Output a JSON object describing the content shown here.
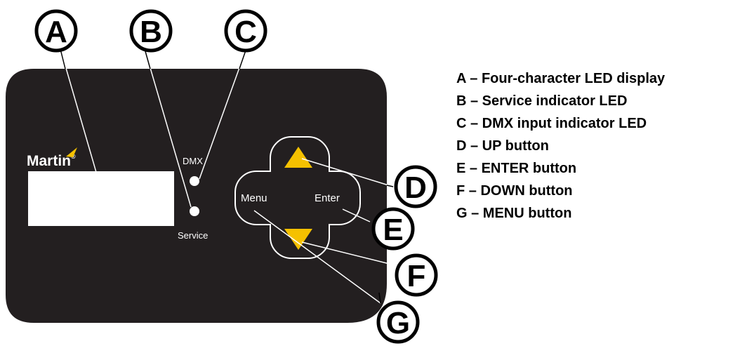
{
  "colors": {
    "panel": "#231f20",
    "led_window": "#ffffff",
    "accent": "#f5c100",
    "button_outline": "#ffffff",
    "callout_stroke": "#000000"
  },
  "panel": {
    "brand": "Martin",
    "brand_mark": "®",
    "dmx_label": "DMX",
    "service_label": "Service",
    "menu_label": "Menu",
    "enter_label": "Enter"
  },
  "icons": {
    "up": "triangle-up-icon",
    "down": "triangle-down-icon",
    "logo_accent": "logo-flag-icon"
  },
  "callouts": {
    "a": "A",
    "b": "B",
    "c": "C",
    "d": "D",
    "e": "E",
    "f": "F",
    "g": "G"
  },
  "legend": [
    "A – Four-character LED display",
    "B – Service indicator LED",
    "C – DMX input indicator LED",
    "D – UP button",
    "E – ENTER button",
    "F – DOWN button",
    "G – MENU button"
  ]
}
